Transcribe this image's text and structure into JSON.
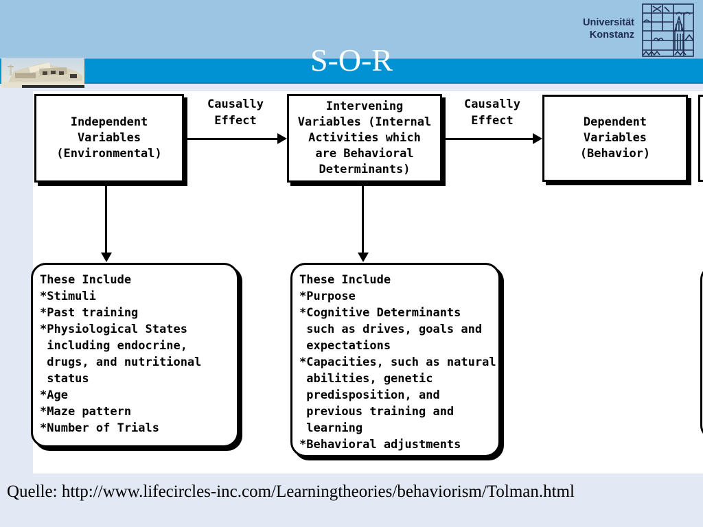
{
  "header": {
    "title": "S-O-R",
    "university": {
      "line1": "Universität",
      "line2": "Konstanz"
    }
  },
  "diagram": {
    "boxes": [
      {
        "name": "independent-variables",
        "lines": [
          "Independent",
          "Variables",
          "(Environmental)"
        ]
      },
      {
        "name": "intervening-variables",
        "lines": [
          "Intervening",
          "Variables (Internal",
          "Activities which",
          "are Behavioral",
          "Determinants)"
        ]
      },
      {
        "name": "dependent-variables",
        "lines": [
          "Dependent",
          "Variables",
          "(Behavior)"
        ]
      }
    ],
    "arrow_labels": [
      {
        "lines": [
          "Causally",
          "Effect"
        ]
      },
      {
        "lines": [
          "Causally",
          "Effect"
        ]
      }
    ],
    "lists": [
      {
        "lines": [
          "These Include",
          "*Stimuli",
          "*Past training",
          "*Physiological States",
          " including endocrine,",
          " drugs, and nutritional",
          " status",
          "*Age",
          "*Maze pattern",
          "*Number of Trials"
        ]
      },
      {
        "lines": [
          "These Include",
          "*Purpose",
          "*Cognitive Determinants",
          " such as drives, goals and",
          " expectations",
          "*Capacities, such as natural",
          " abilities, genetic",
          " predisposition, and",
          " previous training and",
          " learning",
          "*Behavioral adjustments"
        ]
      }
    ]
  },
  "footer": {
    "source": "Quelle: http://www.lifecircles-inc.com/Learningtheories/behaviorism/Tolman.html"
  },
  "colors": {
    "bar_blue": "#0092d2",
    "header_light": "#9cc4e3",
    "slide_bg": "#e3e9f4",
    "navy": "#1e2d52"
  }
}
